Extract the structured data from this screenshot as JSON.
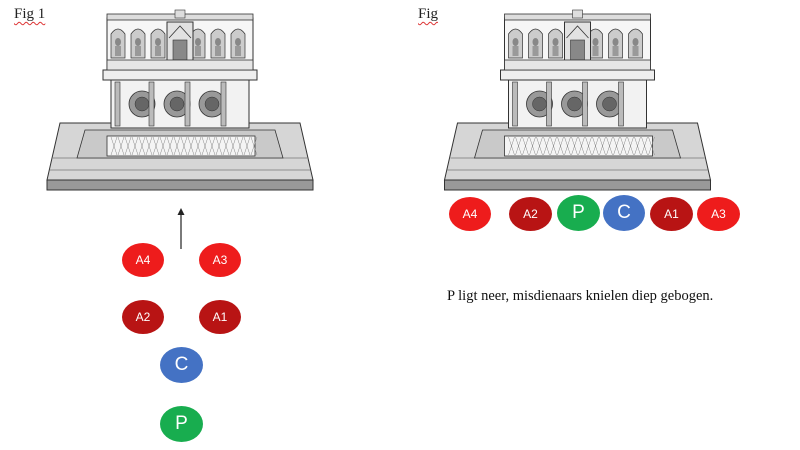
{
  "figures": {
    "fig1_label": "Fig 1",
    "fig2_label": "Fig"
  },
  "colors": {
    "altar_server_light": "#ee1c1c",
    "altar_server_dark": "#b81414",
    "priest": "#18ad4f",
    "cross_bearer": "#4472c4"
  },
  "markers_fig1": [
    {
      "key": "a4",
      "label": "A4",
      "color": "altar_server_light"
    },
    {
      "key": "a3",
      "label": "A3",
      "color": "altar_server_light"
    },
    {
      "key": "a2",
      "label": "A2",
      "color": "altar_server_dark"
    },
    {
      "key": "a1",
      "label": "A1",
      "color": "altar_server_dark"
    },
    {
      "key": "c",
      "label": "C",
      "color": "cross_bearer"
    },
    {
      "key": "p",
      "label": "P",
      "color": "priest"
    }
  ],
  "markers_fig2": [
    {
      "key": "a4",
      "label": "A4",
      "color": "altar_server_light"
    },
    {
      "key": "a2",
      "label": "A2",
      "color": "altar_server_dark"
    },
    {
      "key": "p",
      "label": "P",
      "color": "priest"
    },
    {
      "key": "c",
      "label": "C",
      "color": "cross_bearer"
    },
    {
      "key": "a1",
      "label": "A1",
      "color": "altar_server_dark"
    },
    {
      "key": "a3",
      "label": "A3",
      "color": "altar_server_light"
    }
  ],
  "caption": "P ligt neer, misdienaars knielen diep gebogen."
}
